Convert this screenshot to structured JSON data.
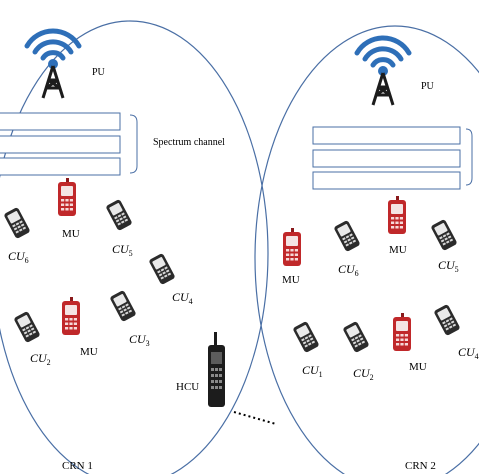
{
  "crn1": {
    "label": "CRN 1",
    "pu_label": "PU",
    "spectrum_label": "Spectrum channel",
    "mu_labels": [
      "MU",
      "MU"
    ],
    "cu_labels": [
      {
        "base": "CU",
        "sub": "6"
      },
      {
        "base": "CU",
        "sub": "5"
      },
      {
        "base": "CU",
        "sub": "4"
      },
      {
        "base": "CU",
        "sub": "3"
      },
      {
        "base": "CU",
        "sub": "2"
      }
    ]
  },
  "crn2": {
    "label": "CRN 2",
    "pu_label": "PU",
    "mu_labels": [
      "MU",
      "MU",
      "MU"
    ],
    "cu_labels": [
      {
        "base": "CU",
        "sub": "6"
      },
      {
        "base": "CU",
        "sub": "5"
      },
      {
        "base": "CU",
        "sub": "1"
      },
      {
        "base": "CU",
        "sub": "2"
      },
      {
        "base": "CU",
        "sub": "4"
      }
    ]
  },
  "hcu_label": "HCU",
  "icons": {
    "tower": "tower-icon",
    "mu_phone": "mu-phone-icon",
    "cu_phone": "cu-phone-icon",
    "hcu_phone": "hcu-phone-icon"
  },
  "colors": {
    "ellipse": "#4a6fa5",
    "signal": "#2e6fb8",
    "mu_red": "#c0282a",
    "phone_dark": "#2b2b2b",
    "channel_stroke": "#4a6fa5"
  }
}
